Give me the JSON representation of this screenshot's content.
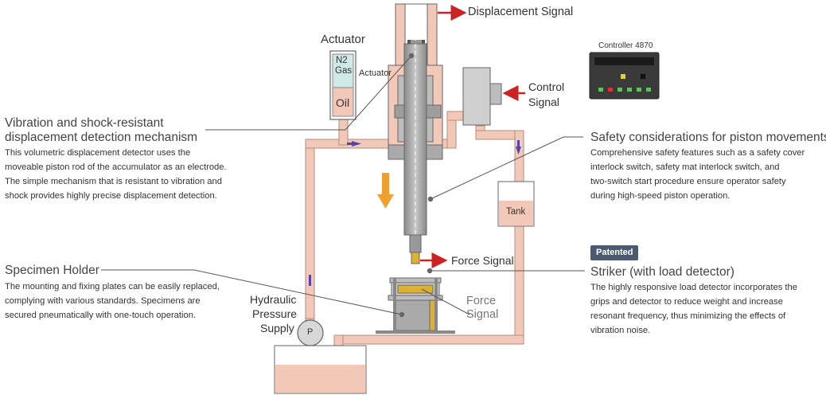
{
  "labels": {
    "displacement_signal": "Displacement Signal",
    "actuator_title": "Actuator",
    "actuator_small": "Actuator",
    "n2": "N2",
    "gas": "Gas",
    "oil": "Oil",
    "controller_title": "Controller 4870",
    "control_signal_1": "Control",
    "control_signal_2": "Signal",
    "tank": "Tank",
    "force_signal": "Force Signal",
    "force_signal_2a": "Force",
    "force_signal_2b": "Signal",
    "hydraulic_1": "Hydraulic",
    "hydraulic_2": "Pressure",
    "hydraulic_3": "Supply",
    "pump": "P"
  },
  "sections": {
    "vibration": {
      "heading_1": "Vibration and shock-resistant",
      "heading_2": "displacement detection mechanism",
      "lines": [
        "This volumetric displacement detector uses the",
        "moveable piston rod of the accumulator as an electrode.",
        "The simple mechanism that is resistant to vibration and",
        "shock provides highly precise displacement detection."
      ]
    },
    "specimen": {
      "heading": "Specimen Holder",
      "lines": [
        "The mounting and fixing plates can be easily replaced,",
        "complying with various standards. Specimens are",
        "secured pneumatically with one-touch operation."
      ]
    },
    "safety": {
      "heading": "Safety considerations for piston movements",
      "lines": [
        "Comprehensive safety features such as a safety cover",
        "interlock switch, safety mat interlock switch, and",
        "two-switch start procedure ensure operator safety",
        "during high-speed piston operation."
      ]
    },
    "striker": {
      "badge": "Patented",
      "heading": "Striker (with load detector)",
      "lines": [
        "The highly responsive load detector incorporates the",
        "grips and detector to reduce weight and increase",
        "resonant frequency, thus minimizing the effects of",
        "vibration noise."
      ]
    }
  },
  "colors": {
    "pipe": "#f2c9b8",
    "pipe_edge": "#b88a78",
    "body": "#aaaaaa",
    "body_dark": "#777777",
    "signal_arrow": "#cc2222",
    "flow_arrow": "#5544aa",
    "motion_arrow": "#f0a030",
    "leader": "#555555",
    "badge": "#4a5a70"
  }
}
